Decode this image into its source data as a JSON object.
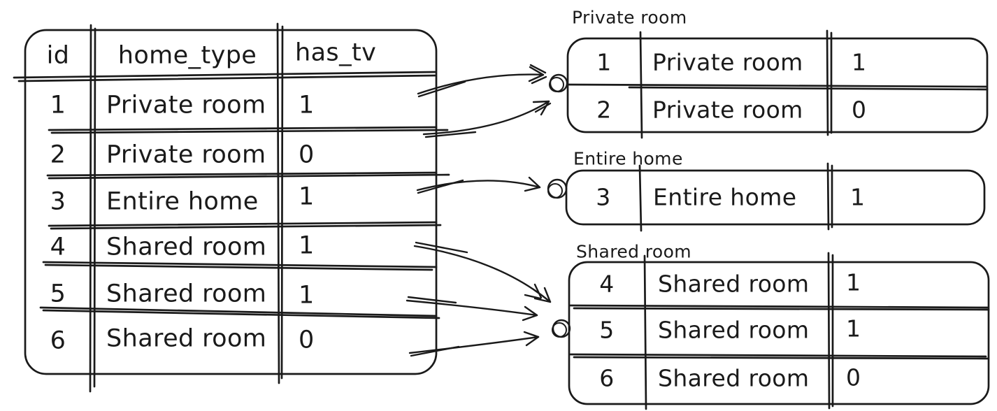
{
  "style": {
    "ink_color": "#1a1a1a",
    "background_color": "#ffffff"
  },
  "main_table": {
    "columns": [
      "id",
      "home_type",
      "has_tv"
    ],
    "rows": [
      {
        "id": "1",
        "home_type": "Private room",
        "has_tv": "1"
      },
      {
        "id": "2",
        "home_type": "Private room",
        "has_tv": "0"
      },
      {
        "id": "3",
        "home_type": "Entire home",
        "has_tv": "1"
      },
      {
        "id": "4",
        "home_type": "Shared room",
        "has_tv": "1"
      },
      {
        "id": "5",
        "home_type": "Shared room",
        "has_tv": "1"
      },
      {
        "id": "6",
        "home_type": "Shared room",
        "has_tv": "0"
      }
    ]
  },
  "groups": [
    {
      "label": "Private room",
      "rows": [
        {
          "id": "1",
          "home_type": "Private room",
          "has_tv": "1"
        },
        {
          "id": "2",
          "home_type": "Private room",
          "has_tv": "0"
        }
      ]
    },
    {
      "label": "Entire home",
      "rows": [
        {
          "id": "3",
          "home_type": "Entire home",
          "has_tv": "1"
        }
      ]
    },
    {
      "label": "Shared room",
      "rows": [
        {
          "id": "4",
          "home_type": "Shared room",
          "has_tv": "1"
        },
        {
          "id": "5",
          "home_type": "Shared room",
          "has_tv": "1"
        },
        {
          "id": "6",
          "home_type": "Shared room",
          "has_tv": "0"
        }
      ]
    }
  ],
  "connectors": {
    "arrows": [
      {
        "from_row_id": "1",
        "to_group": "Private room"
      },
      {
        "from_row_id": "2",
        "to_group": "Private room"
      },
      {
        "from_row_id": "3",
        "to_group": "Entire home"
      },
      {
        "from_row_id": "4",
        "to_group": "Shared room"
      },
      {
        "from_row_id": "5",
        "to_group": "Shared room"
      },
      {
        "from_row_id": "6",
        "to_group": "Shared room"
      }
    ]
  }
}
